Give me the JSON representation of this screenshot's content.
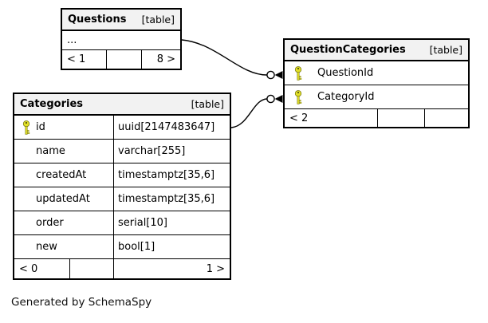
{
  "footer_note": "Generated by SchemaSpy",
  "colors": {
    "table_border": "#000000",
    "header_bg": "#f2f2f2",
    "key_fill": "#e3e127",
    "key_outline": "#7a7a10",
    "edge_stroke": "#000000"
  },
  "tables": {
    "questions": {
      "name": "Questions",
      "tag": "[table]",
      "rows": [
        {
          "name": "..."
        }
      ],
      "footer": [
        "< 1",
        "",
        "8 >"
      ]
    },
    "question_categories": {
      "name": "QuestionCategories",
      "tag": "[table]",
      "rows": [
        {
          "name": "QuestionId",
          "key": "primary"
        },
        {
          "name": "CategoryId",
          "key": "primary"
        }
      ],
      "footer": [
        "< 2",
        "",
        ""
      ]
    },
    "categories": {
      "name": "Categories",
      "tag": "[table]",
      "rows": [
        {
          "name": "id",
          "type": "uuid[2147483647]",
          "key": "primary"
        },
        {
          "name": "name",
          "type": "varchar[255]"
        },
        {
          "name": "createdAt",
          "type": "timestamptz[35,6]"
        },
        {
          "name": "updatedAt",
          "type": "timestamptz[35,6]"
        },
        {
          "name": "order",
          "type": "serial[10]"
        },
        {
          "name": "new",
          "type": "bool[1]"
        }
      ],
      "footer": [
        "< 0",
        "",
        "1 >"
      ]
    }
  },
  "relationships": [
    {
      "from": "Questions",
      "to": "QuestionCategories.QuestionId"
    },
    {
      "from": "Categories.id",
      "to": "QuestionCategories.CategoryId"
    }
  ]
}
